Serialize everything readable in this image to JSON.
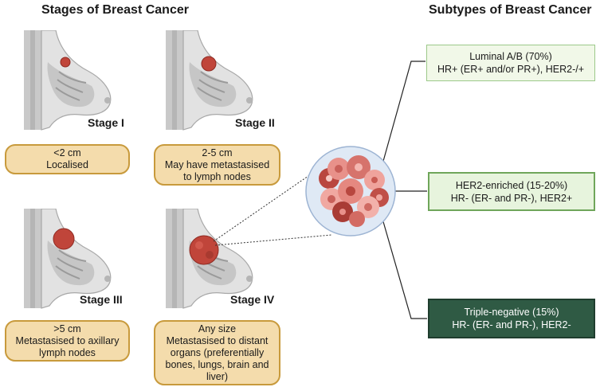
{
  "titles": {
    "stages": "Stages of Breast Cancer",
    "subtypes": "Subtypes of Breast Cancer"
  },
  "stages": [
    {
      "label": "Stage I",
      "description": "<2 cm\nLocalised"
    },
    {
      "label": "Stage II",
      "description": "2-5 cm\nMay have metastasised\nto lymph nodes"
    },
    {
      "label": "Stage III",
      "description": ">5 cm\nMetastasised to axillary\nlymph nodes"
    },
    {
      "label": "Stage IV",
      "description": "Any size\nMetastasised to distant\norgans (preferentially\nbones, lungs, brain and\nliver)"
    }
  ],
  "subtypes": [
    {
      "name": "Luminal A/B (70%)",
      "markers": "HR+ (ER+ and/or PR+), HER2-/+"
    },
    {
      "name": "HER2-enriched (15-20%)",
      "markers": "HR- (ER- and PR-), HER2+"
    },
    {
      "name": "Triple-negative (15%)",
      "markers": "HR- (ER- and PR-), HER2-"
    }
  ],
  "colors": {
    "stage_box_fill": "#f4dcac",
    "stage_box_border": "#c89a3c",
    "tumor": "#c0453a",
    "subtype_light": "#f1f8e8",
    "subtype_mid": "#e7f4dd",
    "subtype_dark": "#2f5a44"
  },
  "icons": [
    "breast-illustration",
    "tumor-cell-cluster"
  ]
}
